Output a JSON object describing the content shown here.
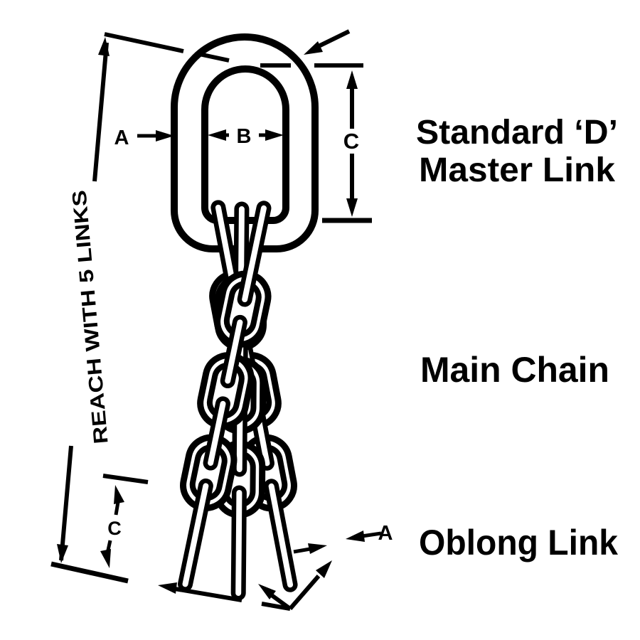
{
  "diagram": {
    "background": "#ffffff",
    "line_color": "#000000",
    "callouts": {
      "master_link_line1": "Standard ‘D’",
      "master_link_line2": "Master Link",
      "main_chain": "Main Chain",
      "oblong_link": "Oblong Link"
    },
    "reach_dimension_label": "REACH WITH 5 LINKS",
    "dimension_letters": {
      "master_link_material_diameter": "A",
      "master_link_inside_width": "B",
      "master_link_inside_length": "C",
      "oblong_link_inside_length": "C",
      "oblong_link_material_diameter": "A"
    }
  }
}
